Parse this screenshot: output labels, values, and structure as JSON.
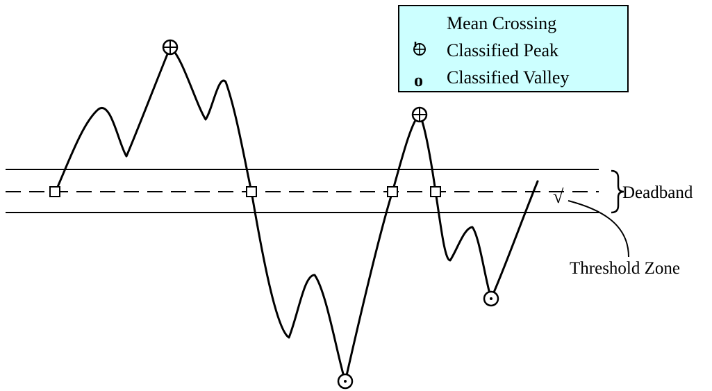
{
  "legend": {
    "items": [
      {
        "label": "Mean Crossing",
        "icon": "square-marker-icon"
      },
      {
        "label": "Classified Peak",
        "icon": "circle-plus-icon"
      },
      {
        "label": "Classified Valley",
        "icon": "circle-dot-icon"
      }
    ],
    "background": "#ccffff",
    "border": "#000000"
  },
  "labels": {
    "deadband": "Deadband",
    "threshold_zone": "Threshold Zone",
    "threshold_mark": "√"
  },
  "colors": {
    "line": "#000000",
    "background": "#ffffff"
  }
}
